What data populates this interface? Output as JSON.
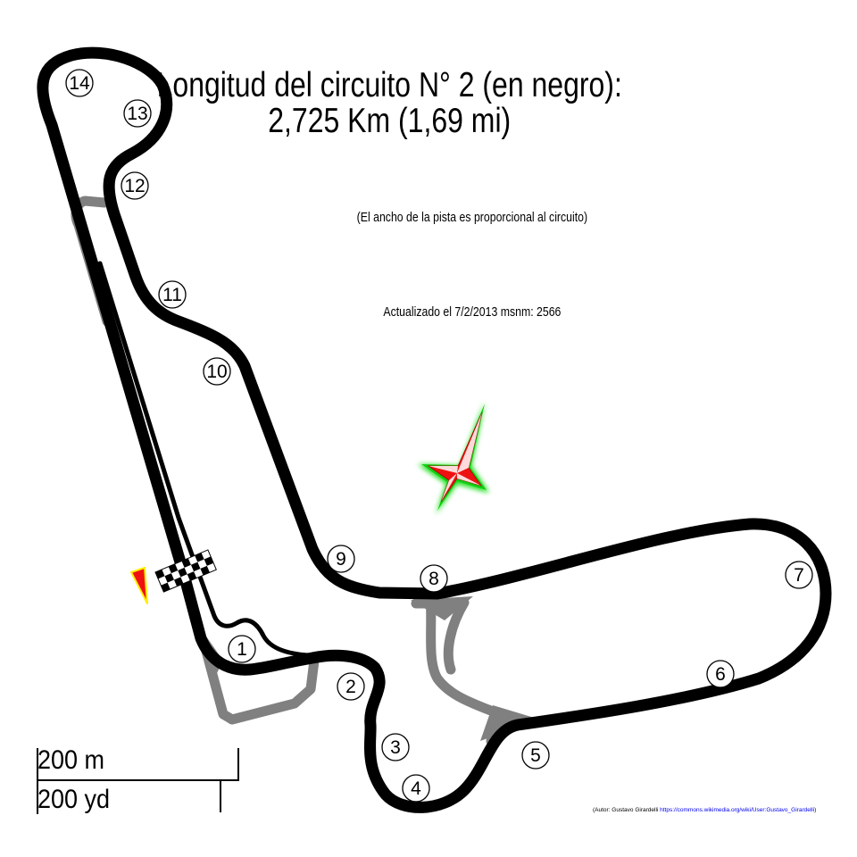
{
  "title_line1": "Longitud del circuito N° 2 (en negro):",
  "title_line2": "2,725 Km (1,69 mi)",
  "note_width": "(El ancho de la pista es proporcional al circuito)",
  "note_updated": "Actualizado el 7/2/2013 msnm: 2566",
  "credit_author": "(Autor: Gustavo Girardelli ",
  "credit_link": "https://commons.wikimedia.org/wiki/User:Gustavo_Girardelli",
  "credit_close": ")",
  "scale": {
    "meters": "200 m",
    "yards": "200 yd"
  },
  "turns": [
    "1",
    "2",
    "3",
    "4",
    "5",
    "6",
    "7",
    "8",
    "9",
    "10",
    "11",
    "12",
    "13",
    "14"
  ],
  "colors": {
    "main_track": "#000000",
    "alt_track": "#808080",
    "compass_fill": "#ee1111",
    "compass_glow": "#11dd11",
    "start_marker": "#ee1111",
    "start_marker_edge": "#ffee00"
  },
  "icons": {
    "compass": "compass-rose-icon",
    "start_finish": "checkered-flag-icon",
    "direction": "direction-arrow-icon"
  }
}
